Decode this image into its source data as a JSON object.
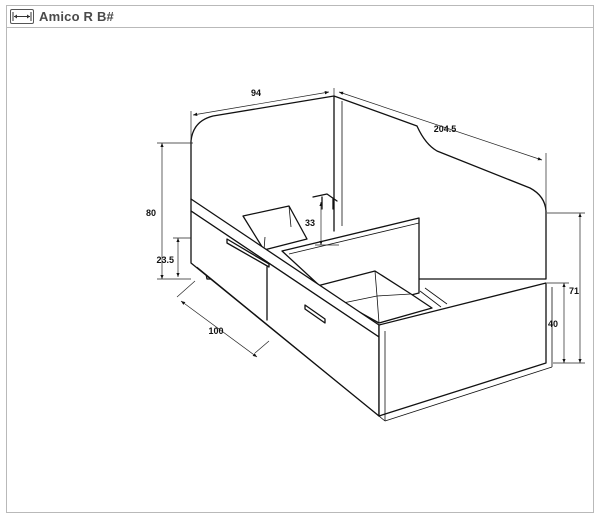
{
  "header": {
    "title": "Amico R B#",
    "icon": "width-arrows-icon"
  },
  "dimensions": {
    "width": "94",
    "length": "204.5",
    "height_back": "80",
    "height_drawer": "23.5",
    "drawer_depth": "100",
    "inner_depth": "33",
    "height_side": "71",
    "height_front": "40"
  }
}
